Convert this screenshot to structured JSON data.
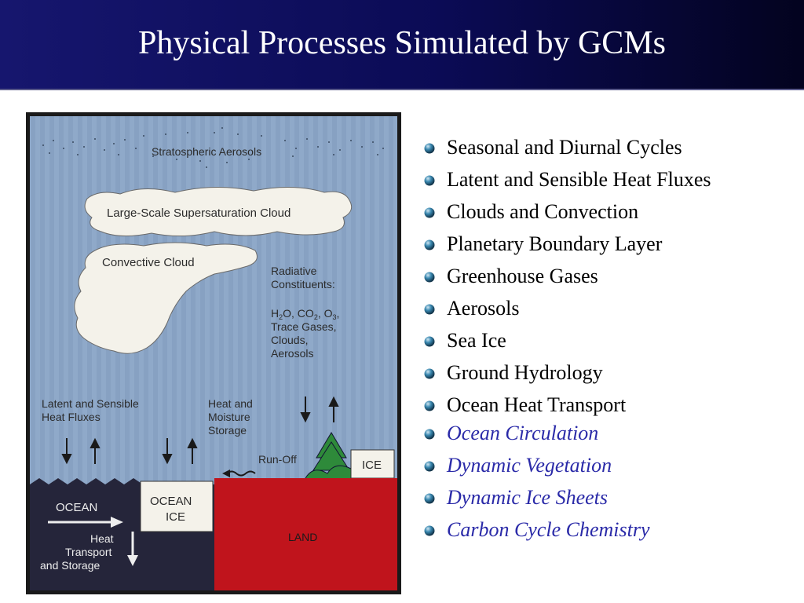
{
  "title": "Physical Processes Simulated by GCMs",
  "figure": {
    "stratospheric": "Stratospheric Aerosols",
    "large_cloud": "Large-Scale Supersaturation Cloud",
    "convective": "Convective Cloud",
    "radiative_1": "Radiative",
    "radiative_2": "Constituents:",
    "rad_h2o": "H",
    "rad_sub2a": "2",
    "rad_o": "O, CO",
    "rad_sub2b": "2",
    "rad_comma": ", O",
    "rad_sub3": "3",
    "rad_end": ",",
    "rad_trace": "Trace Gases,",
    "rad_clouds": "Clouds,",
    "rad_aerosols": "Aerosols",
    "latent_1": "Latent and Sensible",
    "latent_2": "Heat Fluxes",
    "heat_1": "Heat and",
    "heat_2": "Moisture",
    "heat_3": "Storage",
    "runoff": "Run-Off",
    "ice": "ICE",
    "ocean": "OCEAN",
    "ocean_ice_1": "OCEAN",
    "ocean_ice_2": "ICE",
    "land": "LAND",
    "hts_1": "Heat",
    "hts_2": "Transport",
    "hts_3": "and Storage"
  },
  "bullets": [
    {
      "text": "Seasonal and Diurnal Cycles",
      "style": "normal"
    },
    {
      "text": "Latent and Sensible Heat Fluxes",
      "style": "normal"
    },
    {
      "text": "Clouds and Convection",
      "style": "normal"
    },
    {
      "text": "Planetary Boundary Layer",
      "style": "normal"
    },
    {
      "text": "Greenhouse Gases",
      "style": "normal"
    },
    {
      "text": "Aerosols",
      "style": "normal"
    },
    {
      "text": "Sea Ice",
      "style": "normal"
    },
    {
      "text": "Ground Hydrology",
      "style": "normal"
    },
    {
      "text": "Ocean Heat Transport",
      "style": "normal"
    },
    {
      "text": "Ocean Circulation",
      "style": "italic-blue"
    },
    {
      "text": "Dynamic Vegetation",
      "style": "italic-blue"
    },
    {
      "text": "Dynamic Ice Sheets",
      "style": "italic-blue"
    },
    {
      "text": "Carbon Cycle Chemistry",
      "style": "italic-blue"
    }
  ],
  "colors": {
    "title_bg": "#0b0b55",
    "sky": "#8fa9c9",
    "land": "#c0141c",
    "ocean": "#25253a",
    "italic_text": "#2a2aa8"
  },
  "bullet_icon": "sphere-bullet-icon"
}
